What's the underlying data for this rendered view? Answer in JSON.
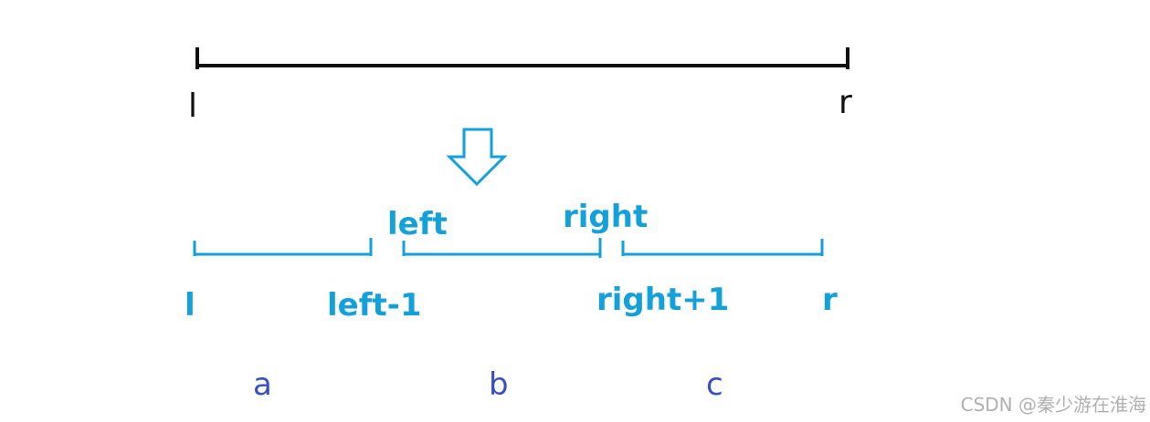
{
  "top_labels": {
    "left": "l",
    "right": "r"
  },
  "cut_labels": {
    "left": "left",
    "right": "right"
  },
  "bottom_labels": {
    "l": "l",
    "left_minus_1": "left-1",
    "right_plus_1": "right+1",
    "r": "r"
  },
  "segment_labels": {
    "a": "a",
    "b": "b",
    "c": "c"
  },
  "colors": {
    "line_black": "#111111",
    "line_blue": "#14a0d8",
    "segment_label": "#3a4ec4",
    "watermark": "#b0b0b0"
  },
  "icons": {
    "arrow": "down-arrow-outline-icon"
  },
  "watermark": "CSDN @秦少游在淮海"
}
